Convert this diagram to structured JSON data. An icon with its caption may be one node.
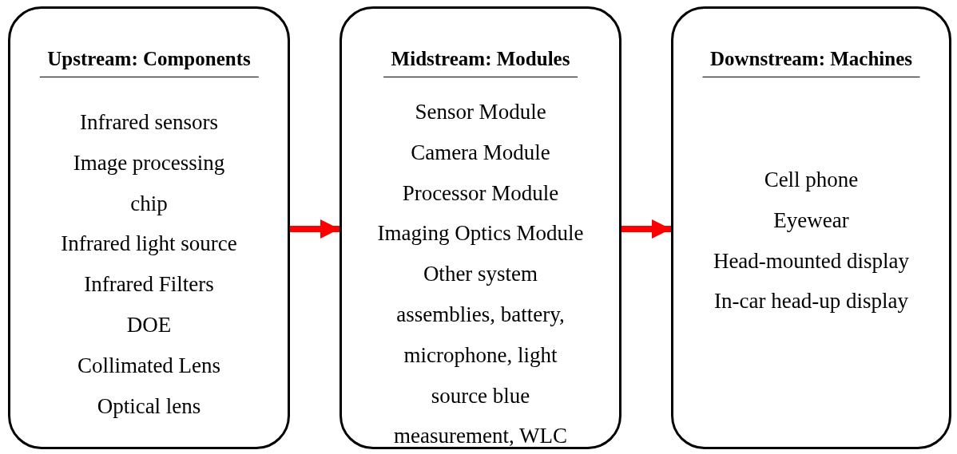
{
  "diagram": {
    "nodes": [
      {
        "text": [
          "Upstream: Components",
          "Infrared sensors",
          "Image processing chip",
          "Infrared light source",
          "Infrared Filters",
          "DOE",
          "Collimated Lens",
          "Optical lens"
        ]
      },
      {
        "text": [
          "Midstream: Modules",
          "Sensor Module",
          "Camera Module",
          "Processor Module",
          "Imaging Optics Module",
          "Other system assemblies, battery, microphone, light source blue measurement, WLC"
        ]
      },
      {
        "text": [
          "Downstream: Machines",
          "Cell phone",
          "Eyewear",
          "Head-mounted display",
          "In-car head-up display"
        ]
      }
    ],
    "edges": [
      {
        "from": 0,
        "to": 1,
        "arrow": "to",
        "color": "#ff0000"
      },
      {
        "from": 1,
        "to": 2,
        "arrow": "to",
        "color": "#ff0000"
      }
    ]
  }
}
